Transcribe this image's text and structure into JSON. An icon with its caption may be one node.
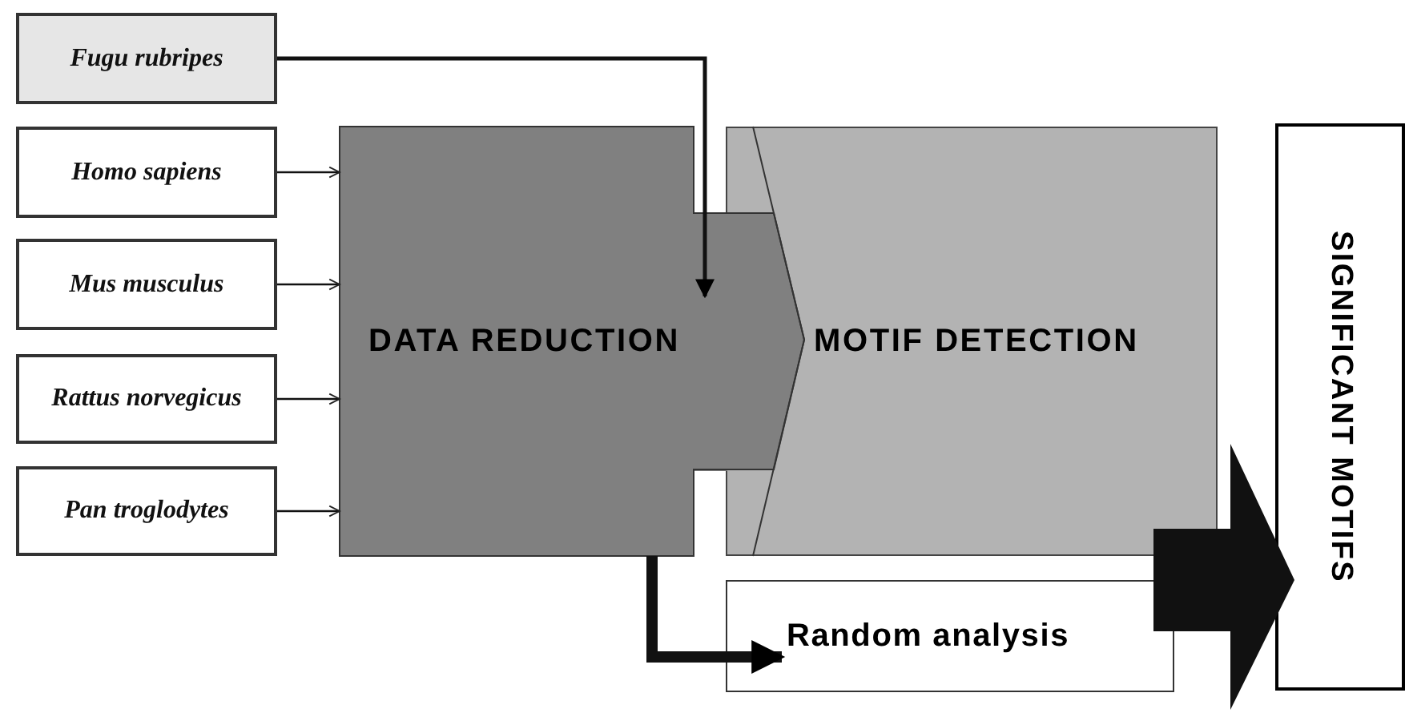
{
  "diagram": {
    "nodes": [
      {
        "text": [
          "Fugu rubripes"
        ]
      },
      {
        "text": [
          "Homo sapiens"
        ]
      },
      {
        "text": [
          "Mus musculus"
        ]
      },
      {
        "text": [
          "Rattus norvegicus"
        ]
      },
      {
        "text": [
          "Pan troglodytes"
        ]
      },
      {
        "text": [
          "DATA REDUCTION"
        ]
      },
      {
        "text": [
          "MOTIF DETECTION"
        ]
      },
      {
        "text": [
          "Random analysis"
        ]
      },
      {
        "text": [
          "SIGNIFICANT MOTIFS"
        ]
      }
    ],
    "edges": [
      {
        "from": 0,
        "to": 5,
        "arrow": "to"
      },
      {
        "from": 1,
        "to": 5,
        "arrow": "to"
      },
      {
        "from": 2,
        "to": 5,
        "arrow": "to"
      },
      {
        "from": 3,
        "to": 5,
        "arrow": "to"
      },
      {
        "from": 4,
        "to": 5,
        "arrow": "to"
      },
      {
        "from": 5,
        "to": 7,
        "arrow": "to",
        "style": "thick"
      },
      {
        "from": 6,
        "to": 8,
        "arrow": "to",
        "style": "thick"
      }
    ]
  }
}
